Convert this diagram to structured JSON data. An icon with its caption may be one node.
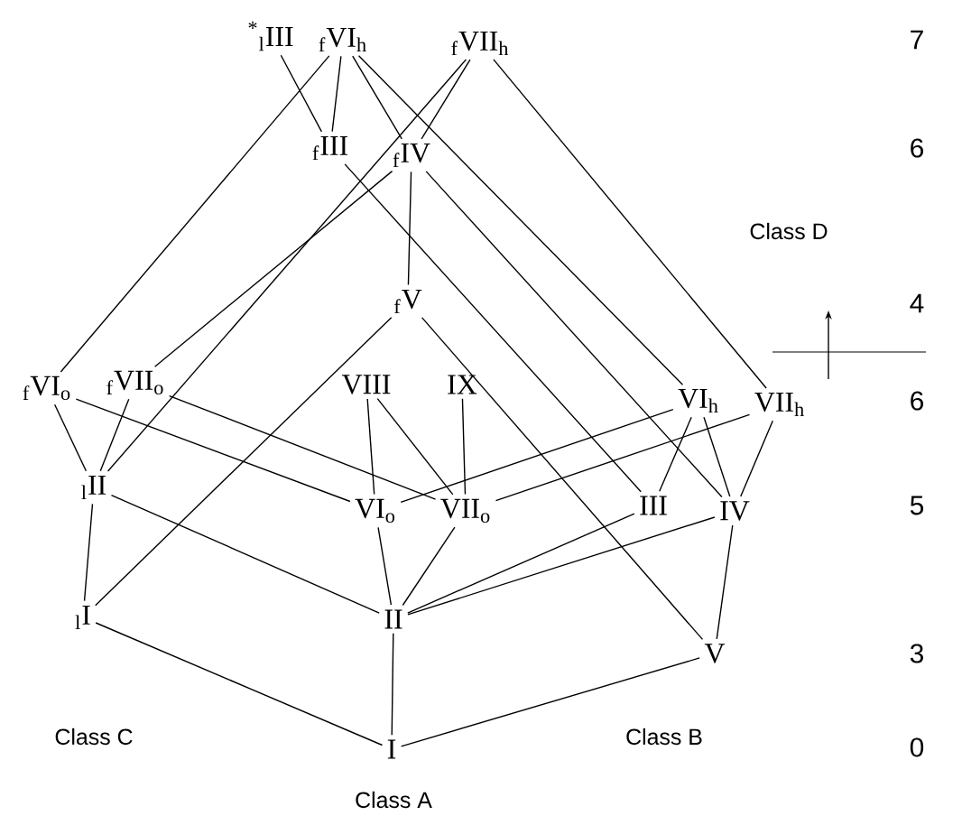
{
  "diagram": {
    "nodes": [
      {
        "text": [
          "$^{*}$$_{l}$III"
        ]
      },
      {
        "text": [
          "$_{f}$VI$_{h}$"
        ]
      },
      {
        "text": [
          "$_{f}$VII$_{h}$"
        ]
      },
      {
        "text": [
          "$_{f}$III"
        ]
      },
      {
        "text": [
          "$_{f}$IV"
        ]
      },
      {
        "text": [
          "$_{f}$V"
        ]
      },
      {
        "text": [
          "$_{f}$VI$_{o}$"
        ]
      },
      {
        "text": [
          "$_{f}$VII$_{o}$"
        ]
      },
      {
        "text": [
          "VIII"
        ]
      },
      {
        "text": [
          "IX"
        ]
      },
      {
        "text": [
          "VI$_{h}$"
        ]
      },
      {
        "text": [
          "VII$_{h}$"
        ]
      },
      {
        "text": [
          "$_{l}$II"
        ]
      },
      {
        "text": [
          "VI$_{o}$"
        ]
      },
      {
        "text": [
          "VII$_{o}$"
        ]
      },
      {
        "text": [
          "III"
        ]
      },
      {
        "text": [
          "IV"
        ]
      },
      {
        "text": [
          "$_{l}$I"
        ]
      },
      {
        "text": [
          "II"
        ]
      },
      {
        "text": [
          "V"
        ]
      },
      {
        "text": [
          "I"
        ]
      }
    ],
    "edges": [
      {
        "from": 0,
        "to": 3,
        "arrow": "none"
      },
      {
        "from": 1,
        "to": 3,
        "arrow": "none"
      },
      {
        "from": 1,
        "to": 4,
        "arrow": "none"
      },
      {
        "from": 1,
        "to": 6,
        "arrow": "none"
      },
      {
        "from": 1,
        "to": 10,
        "arrow": "none"
      },
      {
        "from": 2,
        "to": 4,
        "arrow": "none"
      },
      {
        "from": 2,
        "to": 12,
        "arrow": "none"
      },
      {
        "from": 2,
        "to": 11,
        "arrow": "none"
      },
      {
        "from": 3,
        "to": 15,
        "arrow": "none"
      },
      {
        "from": 4,
        "to": 5,
        "arrow": "none"
      },
      {
        "from": 4,
        "to": 7,
        "arrow": "none"
      },
      {
        "from": 4,
        "to": 16,
        "arrow": "none"
      },
      {
        "from": 5,
        "to": 17,
        "arrow": "none"
      },
      {
        "from": 5,
        "to": 19,
        "arrow": "none"
      },
      {
        "from": 6,
        "to": 12,
        "arrow": "none"
      },
      {
        "from": 6,
        "to": 13,
        "arrow": "none"
      },
      {
        "from": 7,
        "to": 12,
        "arrow": "none"
      },
      {
        "from": 7,
        "to": 14,
        "arrow": "none"
      },
      {
        "from": 8,
        "to": 13,
        "arrow": "none"
      },
      {
        "from": 8,
        "to": 14,
        "arrow": "none"
      },
      {
        "from": 9,
        "to": 14,
        "arrow": "none"
      },
      {
        "from": 10,
        "to": 13,
        "arrow": "none"
      },
      {
        "from": 11,
        "to": 14,
        "arrow": "none"
      },
      {
        "from": 10,
        "to": 15,
        "arrow": "none"
      },
      {
        "from": 10,
        "to": 16,
        "arrow": "none"
      },
      {
        "from": 11,
        "to": 16,
        "arrow": "none"
      },
      {
        "from": 12,
        "to": 17,
        "arrow": "none"
      },
      {
        "from": 12,
        "to": 18,
        "arrow": "none"
      },
      {
        "from": 13,
        "to": 18,
        "arrow": "none"
      },
      {
        "from": 14,
        "to": 18,
        "arrow": "none"
      },
      {
        "from": 15,
        "to": 18,
        "arrow": "none"
      },
      {
        "from": 16,
        "to": 18,
        "arrow": "none"
      },
      {
        "from": 16,
        "to": 19,
        "arrow": "none"
      },
      {
        "from": 17,
        "to": 20,
        "arrow": "none"
      },
      {
        "from": 18,
        "to": 20,
        "arrow": "none"
      },
      {
        "from": 19,
        "to": 20,
        "arrow": "none"
      }
    ],
    "labels": [
      "7",
      "6",
      "Class D",
      "4",
      "6",
      "5",
      "3",
      "Class C",
      "Class B",
      "0",
      "Class A"
    ]
  }
}
